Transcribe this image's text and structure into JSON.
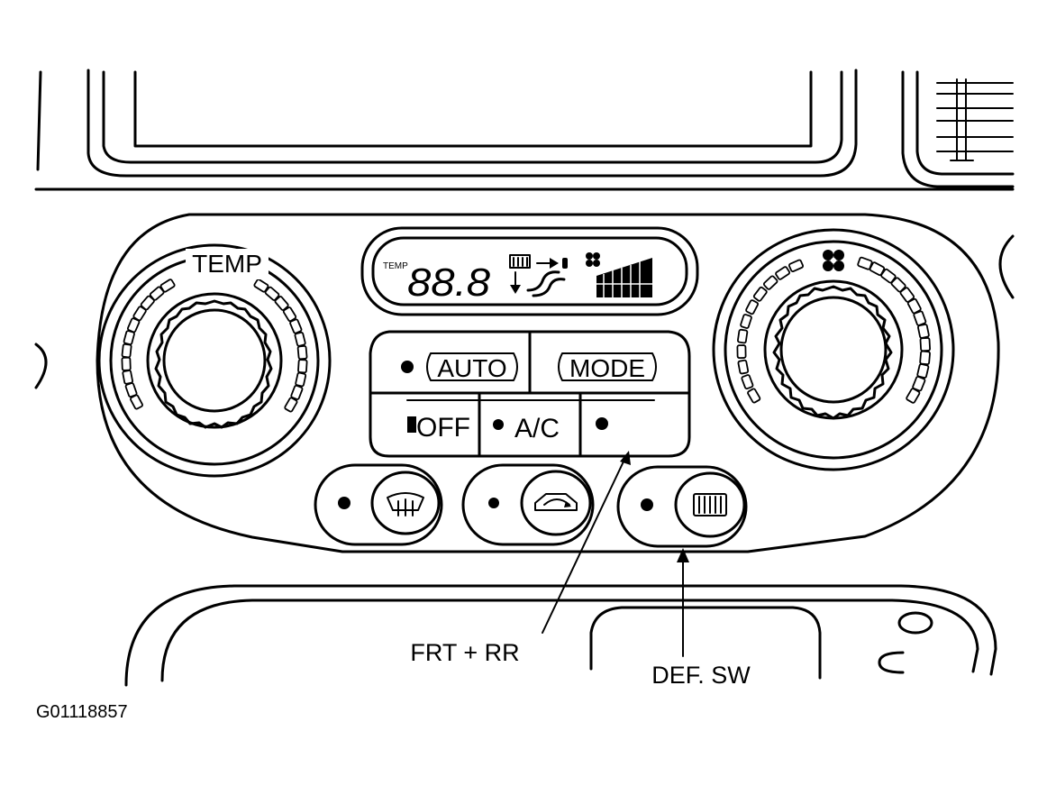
{
  "figure_id": "G01118857",
  "panel": {
    "left_knob_label": "TEMP",
    "display": {
      "temp_tag": "TEMP",
      "temp_readout": "88.8"
    },
    "buttons": {
      "auto": "AUTO",
      "mode": "MODE",
      "off": "OFF",
      "ac": "A/C"
    }
  },
  "callouts": {
    "front_rear": "FRT + RR",
    "defroster_switch": "DEF. SW"
  }
}
